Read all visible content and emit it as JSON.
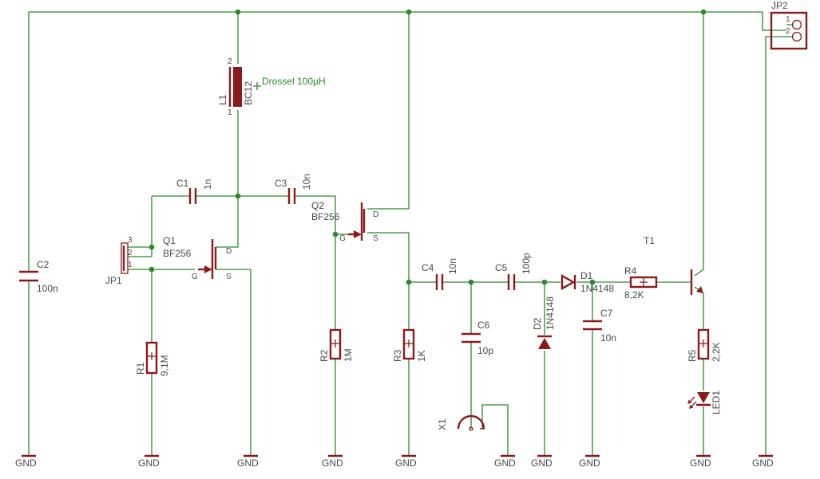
{
  "schematic": {
    "components": {
      "L1": {
        "name": "L1",
        "value": "BC12",
        "note": "Drossel 100µH",
        "pin_top": "2",
        "pin_bottom": "1"
      },
      "C1": {
        "name": "C1",
        "value": "1n"
      },
      "C2": {
        "name": "C2",
        "value": "100n"
      },
      "C3": {
        "name": "C3",
        "value": "10n"
      },
      "C4": {
        "name": "C4",
        "value": "10n"
      },
      "C5": {
        "name": "C5",
        "value": "100p"
      },
      "C6": {
        "name": "C6",
        "value": "10p"
      },
      "C7": {
        "name": "C7",
        "value": "10n"
      },
      "Q1": {
        "name": "Q1",
        "value": "BF256",
        "gate": "G",
        "drain": "D",
        "source": "S"
      },
      "Q2": {
        "name": "Q2",
        "value": "BF256",
        "gate": "G",
        "drain": "D",
        "source": "S"
      },
      "R1": {
        "name": "R1",
        "value": "9,1M"
      },
      "R2": {
        "name": "R2",
        "value": "1M"
      },
      "R3": {
        "name": "R3",
        "value": "1K"
      },
      "R4": {
        "name": "R4",
        "value": "8,2K"
      },
      "R5": {
        "name": "R5",
        "value": "2,2K"
      },
      "D1": {
        "name": "D1",
        "value": "1N4148"
      },
      "D2": {
        "name": "D2",
        "value": "1N4148"
      },
      "T1": {
        "name": "T1"
      },
      "LED1": {
        "name": "LED1"
      },
      "X1": {
        "name": "X1"
      },
      "JP1": {
        "name": "JP1",
        "pins": [
          "3",
          "2",
          "1"
        ]
      },
      "JP2": {
        "name": "JP2",
        "pins": [
          "1",
          "2"
        ]
      }
    },
    "gnd_label": "GND"
  }
}
